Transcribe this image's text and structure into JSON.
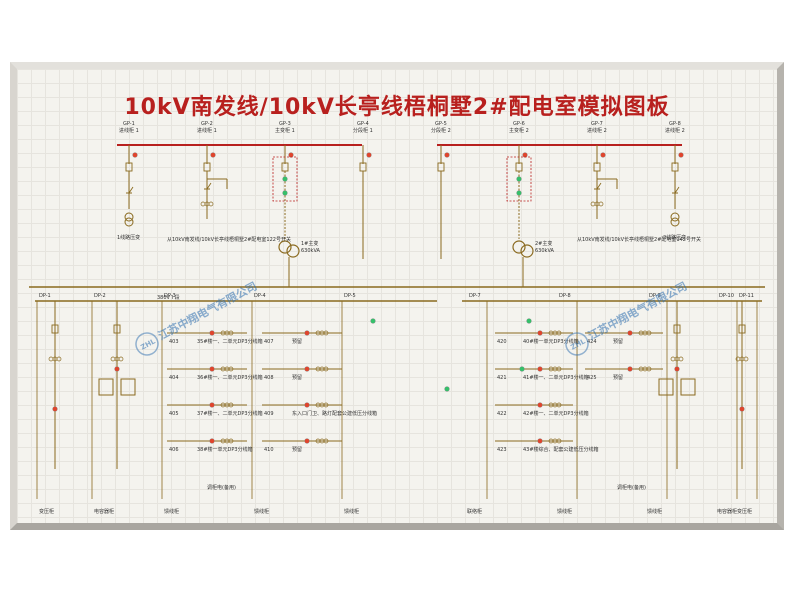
{
  "title": "10kV南发线/10kV长亭线梧桐墅2#配电室模拟图板",
  "colors": {
    "bus": "#8a6a1f",
    "accent": "#b8201e",
    "led_red": "#e0452d",
    "led_green": "#35c06a",
    "board": "#f4f3ee"
  },
  "watermark": {
    "text": "江苏中翔电气有限公司",
    "logo": "ZHL"
  },
  "top": {
    "cabinets": [
      {
        "id": "GP-1",
        "name": "进线柜 1"
      },
      {
        "id": "GP-2",
        "name": "进线柜 1"
      },
      {
        "id": "GP-3",
        "name": "主变柜 1"
      },
      {
        "id": "GP-4",
        "name": "分段柜 1"
      },
      {
        "id": "GP-5",
        "name": "分段柜 2"
      },
      {
        "id": "GP-6",
        "name": "主变柜 2"
      },
      {
        "id": "GP-7",
        "name": "进线柜 2"
      },
      {
        "id": "GP-8",
        "name": "进线柜 2"
      }
    ],
    "transformers": [
      {
        "name": "1#主变",
        "capacity": "630kVA"
      },
      {
        "name": "2#主变",
        "capacity": "630kVA"
      }
    ],
    "notes": [
      "从10kV南发线/10kV长亭线梧桐墅2#配电室122号开关",
      "从10kV南发线/10kV长亭线梧桐墅2#配电室142号开关"
    ],
    "left_label": "1线路压变",
    "right_label": "2线路压变"
  },
  "low": {
    "busbar_label": "380V I 段",
    "left_sections": [
      {
        "id": "DP-1",
        "bottom": "变压柜"
      },
      {
        "id": "DP-2",
        "bottom": "电容器柜"
      },
      {
        "id": "DP-3",
        "bottom": "馈线柜"
      },
      {
        "id": "DP-4",
        "bottom": "馈线柜"
      },
      {
        "id": "DP-5",
        "bottom": "馈线柜"
      }
    ],
    "right_sections": [
      {
        "id": "DP-7",
        "bottom": "联络柜"
      },
      {
        "id": "DP-8",
        "bottom": "馈线柜"
      },
      {
        "id": "DP-9",
        "bottom": "馈线柜"
      },
      {
        "id": "DP-10",
        "bottom": "电容器柜"
      },
      {
        "id": "DP-11",
        "bottom": "变压柜"
      }
    ],
    "feeders_left": [
      {
        "code": "403",
        "text": "35#楼一、二单元DP3分线箱"
      },
      {
        "code": "404",
        "text": "36#楼一、二单元DP3分线箱"
      },
      {
        "code": "405",
        "text": "37#楼一、二单元DP3分线箱"
      },
      {
        "code": "406",
        "text": "38#楼一单元DP3分线箱"
      },
      {
        "code": "407",
        "text": "预留"
      },
      {
        "code": "408",
        "text": "预留"
      },
      {
        "code": "409",
        "text": "东入口门卫、路灯配套公建低压分线箱"
      },
      {
        "code": "410",
        "text": "预留"
      }
    ],
    "feeders_right": [
      {
        "code": "420",
        "text": "40#楼一单元DP3分线箱"
      },
      {
        "code": "421",
        "text": "41#楼一、二单元DP3分线箱"
      },
      {
        "code": "422",
        "text": "42#楼一、二单元DP3分线箱"
      },
      {
        "code": "423",
        "text": "43#楼综合、配套公建低压分线箱"
      },
      {
        "code": "424",
        "text": "预留"
      },
      {
        "code": "425",
        "text": "预留"
      }
    ],
    "bottom_notes": [
      "调柜电(备用)",
      "调柜电(备用)"
    ]
  }
}
